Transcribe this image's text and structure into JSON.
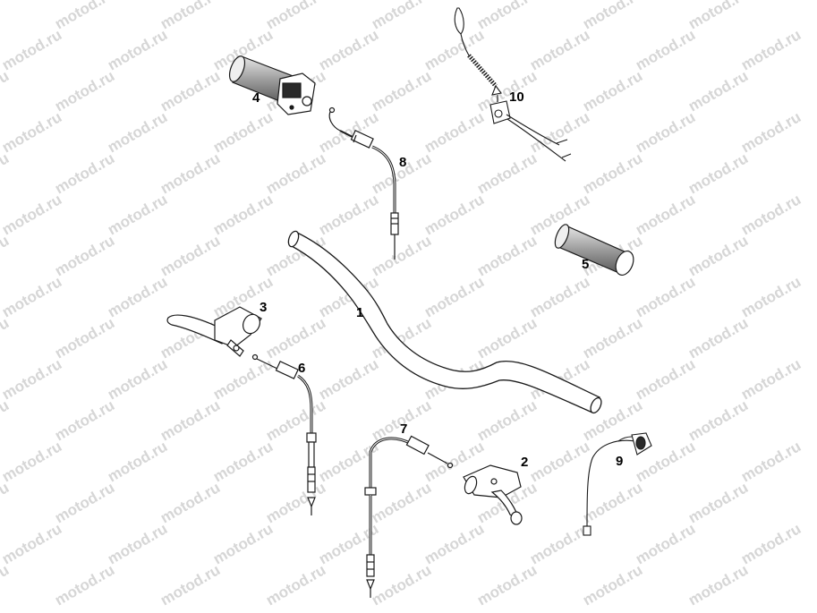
{
  "watermark": {
    "text": "motod.ru"
  },
  "callouts": {
    "handlebar": "1",
    "brake_lever_right": "2",
    "clutch_lever_left": "3",
    "throttle_grip": "4",
    "left_grip": "5",
    "cable_6": "6",
    "cable_7": "7",
    "throttle_cable": "8",
    "cable_9": "9",
    "kill_switch_lanyard": "10"
  },
  "colors": {
    "line": "#1a1a1a",
    "part_fill": "#ffffff",
    "shade": "#9a9a9a",
    "watermark": "#d6d6d6"
  }
}
